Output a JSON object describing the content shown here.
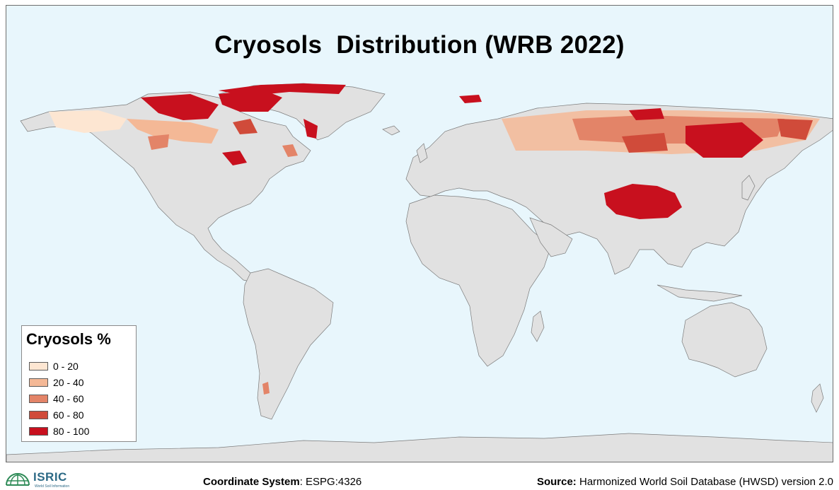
{
  "map": {
    "title": "Cryosols  Distribution (WRB 2022)",
    "colors": {
      "ocean": "#e8f6fc",
      "land": "#e1e1e1",
      "coast": "#7a7a7a"
    }
  },
  "legend": {
    "title": "Cryosols %",
    "items": [
      {
        "label": "0 - 20",
        "color": "#fde6d2"
      },
      {
        "label": "20 - 40",
        "color": "#f4b896"
      },
      {
        "label": "40 - 60",
        "color": "#e38468"
      },
      {
        "label": "60 - 80",
        "color": "#d04b3a"
      },
      {
        "label": "80 - 100",
        "color": "#c8101e"
      }
    ]
  },
  "footer": {
    "logo_text": "ISRIC",
    "logo_subtext": "World Soil Information",
    "coordinate_label": "Coordinate System",
    "coordinate_value": ": ESPG:4326",
    "source_label": "Source:",
    "source_value": " Harmonized World Soil Database (HWSD) version 2.0"
  }
}
